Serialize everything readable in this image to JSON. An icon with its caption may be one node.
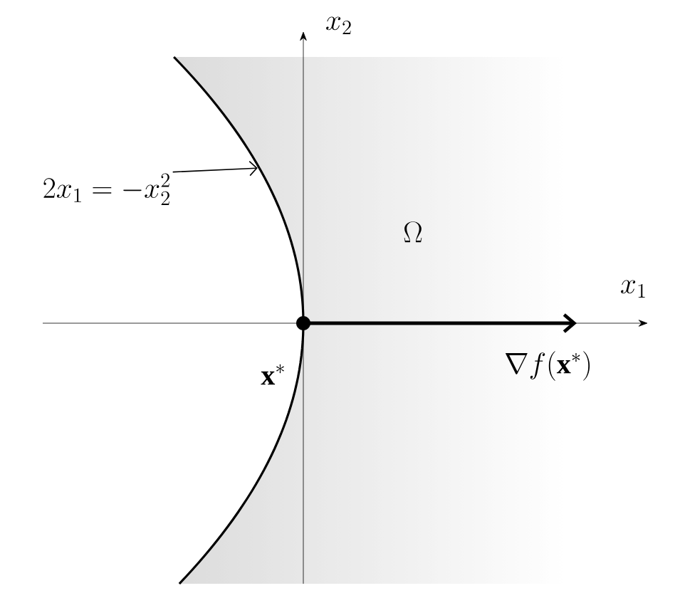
{
  "diagram": {
    "nodes": [
      {
        "text": [
          "2x_1 = -x_2^2"
        ]
      },
      {
        "text": [],
        "shape": "curve"
      }
    ],
    "edges": [
      {
        "from": 0,
        "to": 1,
        "arrow": "to"
      }
    ],
    "labels": [
      "x_2",
      "\\Omega",
      "x_1",
      "\\mathbf{x}^*",
      "\\nabla f(\\mathbf{x}^*)"
    ]
  }
}
